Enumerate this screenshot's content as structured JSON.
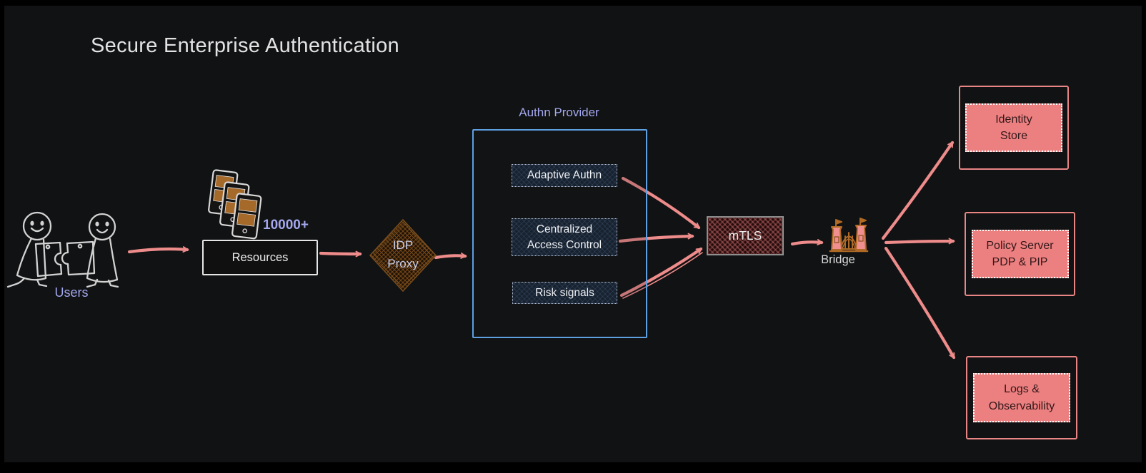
{
  "title": "Secure Enterprise Authentication",
  "colors": {
    "frame_bg": "#000000",
    "canvas_bg": "#111213",
    "arrow": "#ee8b8b",
    "label_accent": "#a3a7ee",
    "authn_box_border": "#5f9fe2",
    "salmon_fill": "#ec7f7f",
    "salmon_border": "#e98585",
    "mtls_bg": "#240c0c",
    "bridge_orange": "#b06a25",
    "device_orange": "#a5692a",
    "title_color": "#e3e3e3"
  },
  "nodes": {
    "users": {
      "label": "Users"
    },
    "devices": {
      "badge": "10000+"
    },
    "resources": {
      "label": "Resources"
    },
    "idp_proxy": {
      "label": "IDP\nProxy"
    },
    "authn_provider": {
      "label": "Authn Provider",
      "items": [
        {
          "label": "Adaptive Authn"
        },
        {
          "label": "Centralized\nAccess Control"
        },
        {
          "label": "Risk signals"
        }
      ]
    },
    "mtls": {
      "label": "mTLS"
    },
    "bridge": {
      "label": "Bridge"
    },
    "identity_store": {
      "label": "Identity\nStore"
    },
    "policy_server": {
      "label": "Policy Server\nPDP & PIP"
    },
    "logs_observability": {
      "label": "Logs &\nObservability"
    }
  }
}
